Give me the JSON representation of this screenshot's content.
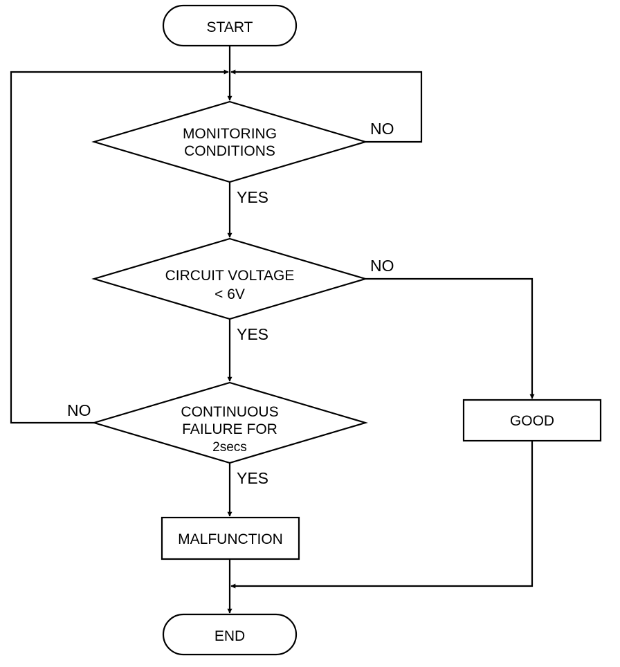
{
  "nodes": {
    "start": "START",
    "monitoring": [
      "MONITORING",
      "CONDITIONS"
    ],
    "voltage": [
      "CIRCUIT VOLTAGE",
      "< 6V"
    ],
    "failure": [
      "CONTINUOUS",
      "FAILURE FOR",
      "2secs"
    ],
    "good": "GOOD",
    "malfunction": "MALFUNCTION",
    "end": "END"
  },
  "edges": {
    "monitoring_yes": "YES",
    "monitoring_no": "NO",
    "voltage_yes": "YES",
    "voltage_no": "NO",
    "failure_yes": "YES",
    "failure_no": "NO"
  }
}
